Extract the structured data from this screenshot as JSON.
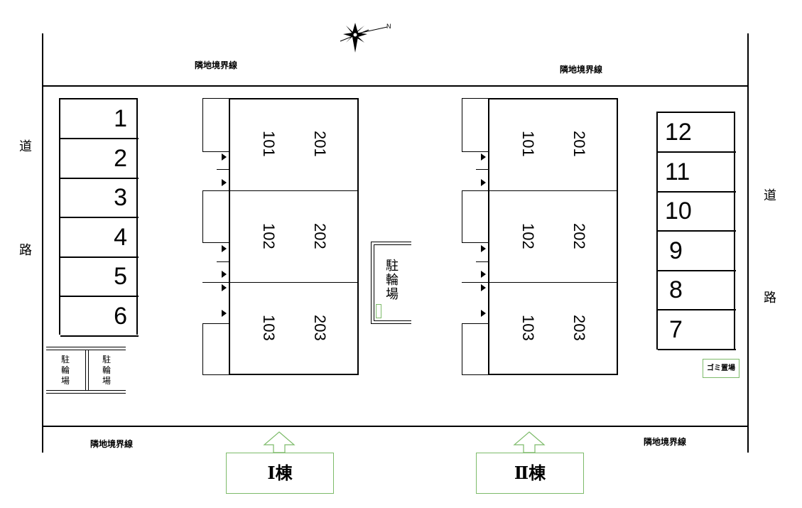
{
  "boundary_labels": {
    "top_left": "隣地境界線",
    "top_right": "隣地境界線",
    "bottom_left": "隣地境界線",
    "bottom_right": "隣地境界線"
  },
  "road": {
    "left_top": "道",
    "left_bottom": "路",
    "right_top": "道",
    "right_bottom": "路"
  },
  "parking_left": [
    "1",
    "2",
    "3",
    "4",
    "5",
    "6"
  ],
  "parking_right": [
    "12",
    "11",
    "10",
    "9",
    "8",
    "7"
  ],
  "bike_parking": "駐輪場",
  "bike_parking_chars": [
    "駐",
    "輪",
    "場"
  ],
  "garbage": "ゴミ置場",
  "building1": {
    "label": "Ⅰ棟",
    "rooms_first": [
      "101",
      "102",
      "103"
    ],
    "rooms_second": [
      "201",
      "202",
      "203"
    ]
  },
  "building2": {
    "label": "Ⅱ棟",
    "rooms_first": [
      "101",
      "102",
      "103"
    ],
    "rooms_second": [
      "201",
      "202",
      "203"
    ]
  },
  "compass": {
    "north_label": "N"
  },
  "colors": {
    "accent_green": "#7dbb6a",
    "line": "#000000"
  }
}
